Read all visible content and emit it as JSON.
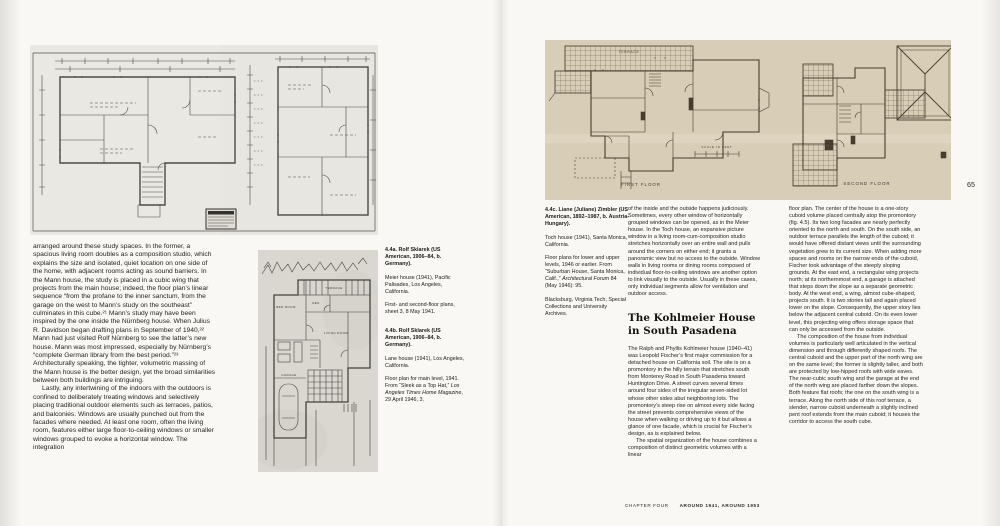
{
  "book": {
    "page_number": "65",
    "footer": {
      "chapter": "CHAPTER FOUR",
      "running_title": "AROUND 1941, AROUND 1953"
    }
  },
  "left_page": {
    "column": {
      "p1": "arranged around these study spaces. In the former, a spacious living room doubles as a composition studio, which explains the size and isolated, quiet location on one side of the home, with adjacent rooms acting as sound barriers. In the Mann house, the study is placed in a cubic wing that projects from the main house; indeed, the floor plan’s linear sequence “from the profane to the inner sanctum, from the garage on the west to Mann’s study on the southeast” culminates in this cube.²¹ Mann’s study may have been inspired by the one inside the Nürnberg house. When Julius R. Davidson began drafting plans in September of 1940,²² Mann had just visited Rolf Nürnberg to see the latter’s new house. Mann was most impressed, especially by Nürnberg’s “complete German library from the best period.”²³ Architecturally speaking, the tighter, volumetric massing of the Mann house is the better design, yet the broad similarities between both buildings are intriguing.",
      "p2": "Lastly, any intertwining of the indoors with the outdoors is confined to deliberately treating windows and selectively placing traditional outdoor elements such as terraces, patios, and balconies. Windows are usually punched out from the facades where needed. At least one room, often the living room, features either large floor-to-ceiling windows or smaller windows grouped to evoke a horizontal window. The integration"
    },
    "captions": {
      "a": {
        "head": "4.4a.  Rolf Sklarek (US American, 1906–84, b. Germany).",
        "line1": "Meier house (1941), Pacific Palisades, Los Angeles, California.",
        "line2": "First- and second-floor plans, sheet 3, 8 May 1941."
      },
      "b": {
        "head": "4.4b.  Rolf Sklarek (US American, 1906–84, b. Germany).",
        "line1": "Lane house (1941), Los Angeles, California.",
        "line2_pre": "Floor plan for main level, 1941. From “Sleek as a Top Hat,” ",
        "line2_italic": "Los Angeles Times Home Magazine",
        "line2_post": ", 29 April 1946, 3."
      }
    }
  },
  "right_page": {
    "caption_c": {
      "head": "4.4c.  Liane (Juliane) Zimbler (US American, 1892–1987, b. Austria-Hungary).",
      "line1": "Toch house (1941), Santa Monica, California.",
      "line2_pre": "Floor plans for lower and upper levels, 1946 or earlier. From “Suburban House, Santa Monica, Calif.,” ",
      "line2_italic": "Architectural Forum",
      "line2_post": " 84 (May 1946): 95.",
      "line3": "Blacksburg, Virginia Tech, Special Collections and University Archives."
    },
    "column1": {
      "p1": "of the inside and the outside happens judiciously. Sometimes, every other window of horizontally grouped windows can be opened, as in the Meier house. In the Toch house, an expansive picture window in a living room-cum-composition studio stretches horizontally over an entire wall and pulls around the corners on either end; it grants a panoramic view but no access to the outside. Window walls in living rooms or dining rooms composed of individual floor-to-ceiling windows are another option to link visually to the outside. Usually in these cases, only individual segments allow for ventilation and outdoor access.",
      "heading_line1": "The Kohlmeier House",
      "heading_line2": "in South Pasadena",
      "p2": "The Ralph and Phyllis Kohlmeier house (1940–41) was Leopold Fischer’s first major commission for a detached house on California soil. The site is on a promontory in the hilly terrain that stretches south from Monterey Road in South Pasadena toward Huntington Drive. A street curves several times around four sides of the irregular seven-sided lot whose other sides abut neighboring lots. The promontory’s steep rise on almost every side facing the street prevents comprehensive views of the house when walking or driving up to it but allows a glance of one facade, which is crucial for Fischer’s design, as is explained below.",
      "p3": "The spatial organization of the house combines a composition of distinct geometric volumes with a linear"
    },
    "column2": {
      "p1": "floor plan. The center of the house is a one-story cuboid volume placed centrally atop the promontory (fig. 4.5). Its two long facades are nearly perfectly oriented to the north and south. On the south side, an outdoor terrace parallels the length of the cuboid; it would have offered distant views until the surrounding vegetation grew to its current size. When adding more spaces and rooms on the narrow ends of the cuboid, Fischer took advantage of the steeply sloping grounds. At the east end, a rectangular wing projects north; at its northernmost end, a garage is attached that steps down the slope as a separate geometric body. At the west end, a wing, almost cube-shaped, projects south. It is two stories tall and again placed lower on the slope. Consequently, the upper story lies below the adjacent central cuboid. On its even lower level, this projecting wing offers storage space that can only be accessed from the outside.",
      "p2": "The composition of the house from individual volumes is particularly well articulated in the vertical dimension and through differently shaped roofs. The central cuboid and the upper part of the north wing are on the same level; the former is slightly taller, and both are protected by low-hipped roofs with wide eaves. The near-cubic south wing and the garage at the end of the north wing are placed farther down the slopes. Both feature flat roofs; the one on the south wing is a terrace. Along the north side of this roof terrace, a slender, narrow cuboid underneath a slightly inclined pent roof extends from the main cuboid; it houses the corridor to access the south cube."
    }
  },
  "figures": {
    "b_labels": {
      "terrace": "TERRACE",
      "bedroom": "BED ROOM",
      "den": "DEN",
      "living": "LIVING ROOM",
      "garage": "GARAGE"
    },
    "c_labels": {
      "terrace": "TERRACE",
      "first": "FIRST FLOOR",
      "second": "SECOND FLOOR",
      "scale": "SCALE IN FEET"
    }
  }
}
